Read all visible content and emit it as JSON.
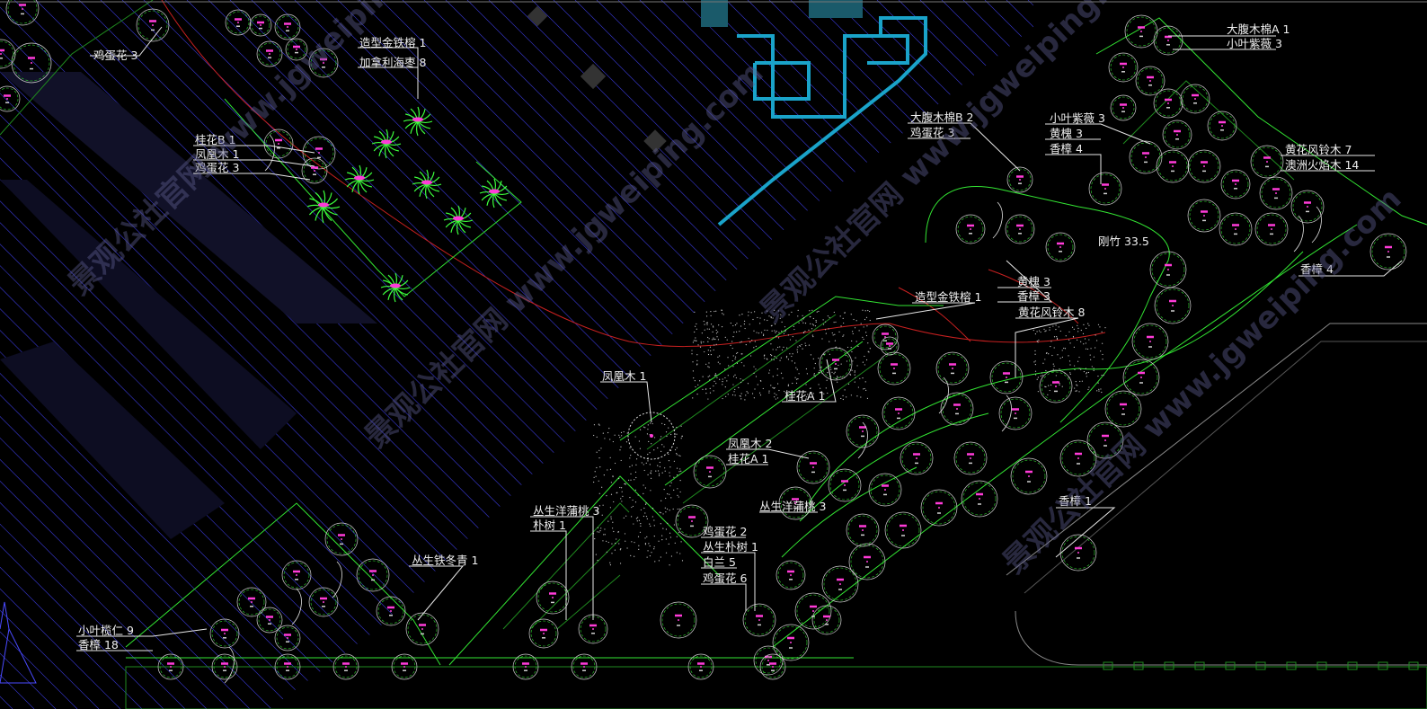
{
  "colors": {
    "background": "#000000",
    "plant_outline": "#33e633",
    "boundary": "#1f8a1f",
    "hatch": "#4a4aff",
    "building": "#1aa3c9",
    "path_red": "#c82020",
    "label": "#f0f0f0",
    "tag": "#ff3bd8"
  },
  "plant_labels": [
    {
      "text": "鸡蛋花 3"
    },
    {
      "text": "造型金铁榕 1"
    },
    {
      "text": "加拿利海枣 8"
    },
    {
      "text": "桂花B 1"
    },
    {
      "text": "凤凰木 1"
    },
    {
      "text": "鸡蛋花 3"
    },
    {
      "text": "大腹木棉A 1"
    },
    {
      "text": "小叶紫薇 3"
    },
    {
      "text": "大腹木棉B 2"
    },
    {
      "text": "鸡蛋花 3"
    },
    {
      "text": "小叶紫薇 3"
    },
    {
      "text": "黄槐 3"
    },
    {
      "text": "香樟 4"
    },
    {
      "text": "黄花风铃木 7"
    },
    {
      "text": "澳洲火焰木 14"
    },
    {
      "text": "刚竹 33.5"
    },
    {
      "text": "香樟 4"
    },
    {
      "text": "黄槐 3"
    },
    {
      "text": "香樟 3"
    },
    {
      "text": "造型金铁榕 1"
    },
    {
      "text": "黄花风铃木 8"
    },
    {
      "text": "凤凰木 1"
    },
    {
      "text": "桂花A 1"
    },
    {
      "text": "凤凰木 2"
    },
    {
      "text": "桂花A 1"
    },
    {
      "text": "丛生洋蒲桃 3"
    },
    {
      "text": "丛生洋蒲桃 3"
    },
    {
      "text": "朴树 1"
    },
    {
      "text": "鸡蛋花 2"
    },
    {
      "text": "丛生朴树 1"
    },
    {
      "text": "白兰 5"
    },
    {
      "text": "鸡蛋花 6"
    },
    {
      "text": "丛生铁冬青 1"
    },
    {
      "text": "香樟 1"
    },
    {
      "text": "小叶榄仁 9"
    },
    {
      "text": "香樟 18"
    }
  ],
  "watermarks": [
    {
      "text": "景观公社官网 www.jgweiping.com"
    },
    {
      "text": "景观公社官网 www.jgweiping.com"
    },
    {
      "text": "景观公社官网 www.jgweiping.com"
    },
    {
      "text": "景观公社官网 www.jgweiping.com"
    }
  ]
}
